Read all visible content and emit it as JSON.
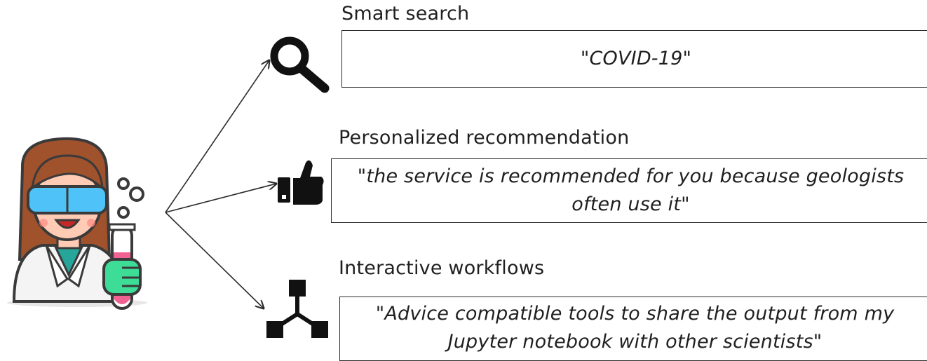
{
  "sections": [
    {
      "heading": "Smart search",
      "text": "\"COVID-19\"",
      "icon": "magnifier-icon"
    },
    {
      "heading": "Personalized recommendation",
      "text": "\"the service is recommended for you because geologists often use it\"",
      "icon": "thumbs-up-icon"
    },
    {
      "heading": "Interactive workflows",
      "text": "\"Advice compatible tools to share the output from my Jupyter notebook with other scientists\"",
      "icon": "workflow-network-icon"
    }
  ],
  "figure": {
    "icon": "scientist-icon",
    "colors": {
      "hair": "#a0522d",
      "skin": "#ffcbb5",
      "goggles": "#4fc3f7",
      "test_tube_liquid": "#f06292",
      "glove": "#3ddc97",
      "shirt": "#26a69a",
      "outline": "#3a3a3a"
    }
  }
}
